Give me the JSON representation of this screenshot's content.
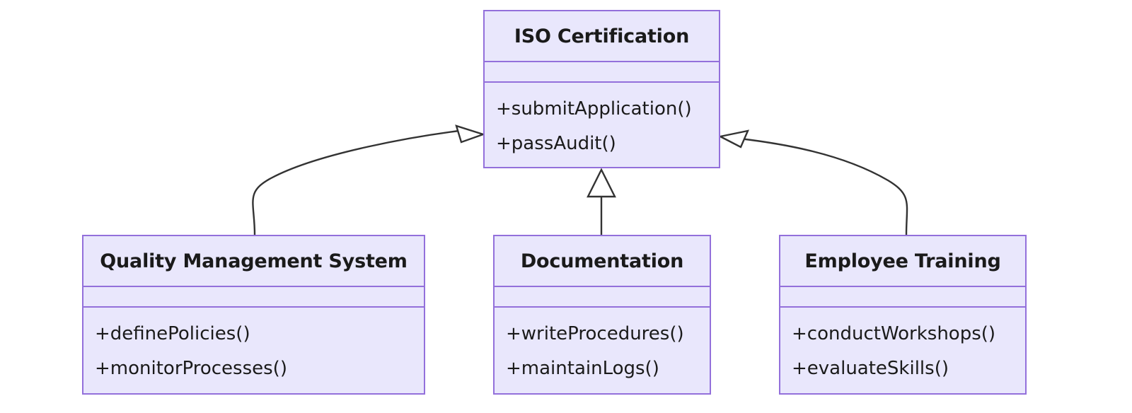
{
  "diagram": {
    "type": "uml-class-diagram",
    "background_color": "#ffffff",
    "box_fill_color": "#e9e7fc",
    "box_border_color": "#9370db",
    "edge_color": "#333333",
    "text_color": "#1a1a1a",
    "classes": [
      {
        "id": "iso",
        "name": "ISO Certification",
        "attributes": [],
        "methods": [
          "+submitApplication()",
          "+passAudit()"
        ]
      },
      {
        "id": "qms",
        "name": "Quality Management System",
        "attributes": [],
        "methods": [
          "+definePolicies()",
          "+monitorProcesses()"
        ]
      },
      {
        "id": "documentation",
        "name": "Documentation",
        "attributes": [],
        "methods": [
          "+writeProcedures()",
          "+maintainLogs()"
        ]
      },
      {
        "id": "training",
        "name": "Employee Training",
        "attributes": [],
        "methods": [
          "+conductWorkshops()",
          "+evaluateSkills()"
        ]
      }
    ],
    "relationships": [
      {
        "id": "qms-iso",
        "type": "generalization",
        "from": "qms",
        "to": "iso",
        "arrow": "hollow-triangle"
      },
      {
        "id": "documentation-iso",
        "type": "generalization",
        "from": "documentation",
        "to": "iso",
        "arrow": "hollow-triangle"
      },
      {
        "id": "training-iso",
        "type": "generalization",
        "from": "training",
        "to": "iso",
        "arrow": "hollow-triangle"
      }
    ]
  }
}
